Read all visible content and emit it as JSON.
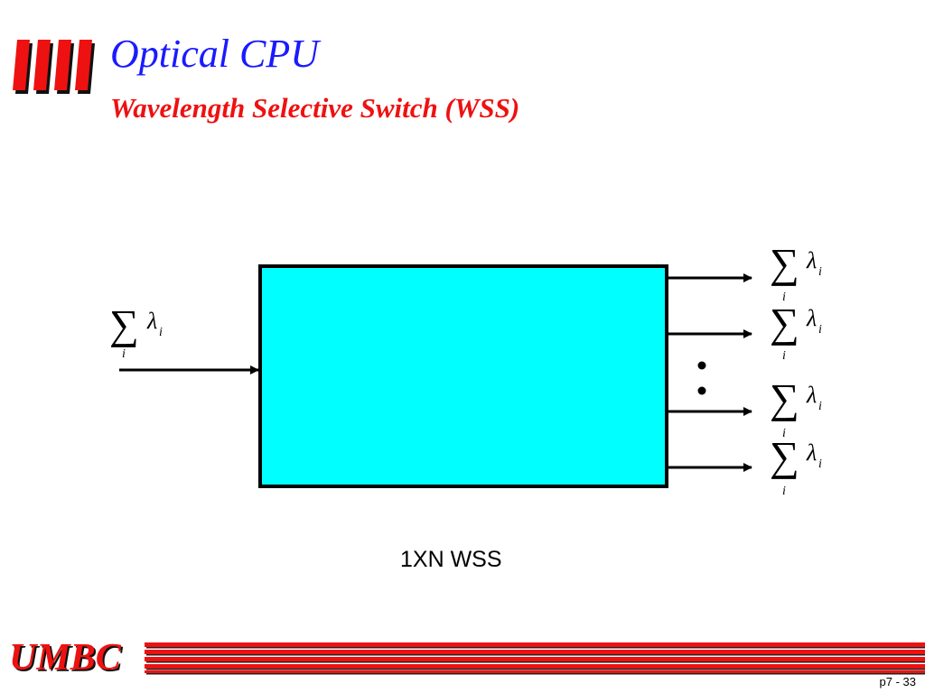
{
  "header": {
    "title": "Optical CPU",
    "subtitle": "Wavelength Selective Switch (WSS)"
  },
  "diagram": {
    "label": "1XN WSS",
    "sum_symbol": "∑",
    "lambda_symbol": "λ",
    "index_symbol": "i",
    "ellipsis_dots": 2,
    "input_count": 1,
    "output_count_shown": 4,
    "box_fill": "#00ffff",
    "box_stroke": "#000000"
  },
  "footer": {
    "logo_text": "UMBC",
    "page_number": "p7 - 33"
  },
  "colors": {
    "title": "#1a1aff",
    "subtitle": "#ee1111",
    "accent": "#ee1111"
  }
}
